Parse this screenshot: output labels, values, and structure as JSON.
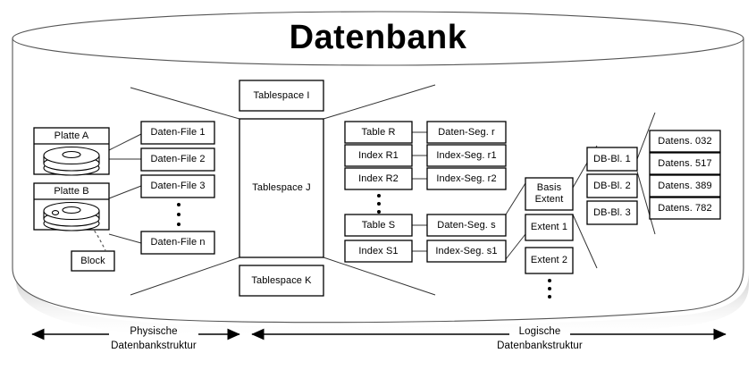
{
  "title": "Datenbank",
  "disks": [
    {
      "label": "Platte A"
    },
    {
      "label": "Platte B"
    }
  ],
  "block": {
    "label": "Block"
  },
  "data_files": [
    {
      "label": "Daten-File 1"
    },
    {
      "label": "Daten-File 2"
    },
    {
      "label": "Daten-File 3"
    },
    {
      "label": "Daten-File n"
    }
  ],
  "tablespaces": [
    {
      "label": "Tablespace I"
    },
    {
      "label": "Tablespace J"
    },
    {
      "label": "Tablespace K"
    }
  ],
  "objects": [
    {
      "label": "Table R"
    },
    {
      "label": "Index R1"
    },
    {
      "label": "Index R2"
    },
    {
      "label": "Table S"
    },
    {
      "label": "Index S1"
    }
  ],
  "segments": [
    {
      "label": "Daten-Seg. r"
    },
    {
      "label": "Index-Seg. r1"
    },
    {
      "label": "Index-Seg. r2"
    },
    {
      "label": "Daten-Seg. s"
    },
    {
      "label": "Index-Seg. s1"
    }
  ],
  "extents": [
    {
      "label": "Basis\nExtent"
    },
    {
      "label": "Extent 1"
    },
    {
      "label": "Extent 2"
    }
  ],
  "db_blocks": [
    {
      "label": "DB-Bl. 1"
    },
    {
      "label": "DB-Bl. 2"
    },
    {
      "label": "DB-Bl. 3"
    }
  ],
  "records": [
    {
      "label": "Datens. 032"
    },
    {
      "label": "Datens. 517"
    },
    {
      "label": "Datens. 389"
    },
    {
      "label": "Datens. 782"
    }
  ],
  "captions": [
    {
      "line1": "Physische",
      "line2": "Datenbankstruktur"
    },
    {
      "line1": "Logische",
      "line2": "Datenbankstruktur"
    }
  ],
  "colors": {
    "stroke": "#000000",
    "cylinder_stroke": "#555555",
    "background": "#ffffff",
    "shadow": "#b8b8b8"
  }
}
